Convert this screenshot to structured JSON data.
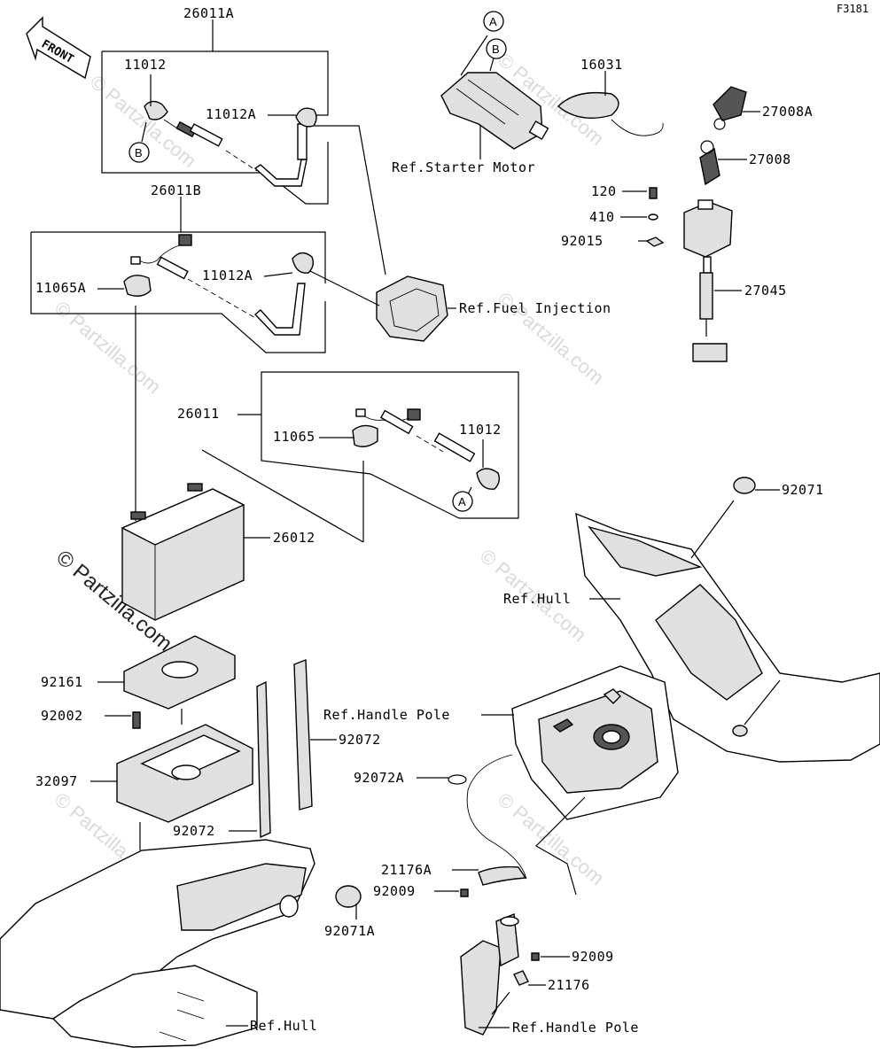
{
  "figure_code": "F3181",
  "front_label": "FRONT",
  "watermark": "© Partzilla.com",
  "refs": {
    "starter_motor": "Ref.Starter Motor",
    "fuel_injection": "Ref.Fuel Injection",
    "hull_right": "Ref.Hull",
    "hull_bottom": "Ref.Hull",
    "handle_pole_mid": "Ref.Handle Pole",
    "handle_pole_bottom": "Ref.Handle Pole"
  },
  "markers": {
    "a": "A",
    "b": "B"
  },
  "parts": {
    "p26011A": "26011A",
    "p11012_top": "11012",
    "p11012A_top": "11012A",
    "p26011B": "26011B",
    "p11065A": "11065A",
    "p11012A_mid": "11012A",
    "p26011": "26011",
    "p11065": "11065",
    "p11012_mid": "11012",
    "p26012": "26012",
    "p92161": "92161",
    "p92002": "92002",
    "p32097": "32097",
    "p92072_mid": "92072",
    "p92072_low": "92072",
    "p92071A": "92071A",
    "p16031": "16031",
    "p27008A": "27008A",
    "p27008": "27008",
    "p120": "120",
    "p410": "410",
    "p92015": "92015",
    "p27045": "27045",
    "p92071": "92071",
    "p92072A": "92072A",
    "p21176A": "21176A",
    "p92009_left": "92009",
    "p92009_right": "92009",
    "p21176": "21176"
  }
}
